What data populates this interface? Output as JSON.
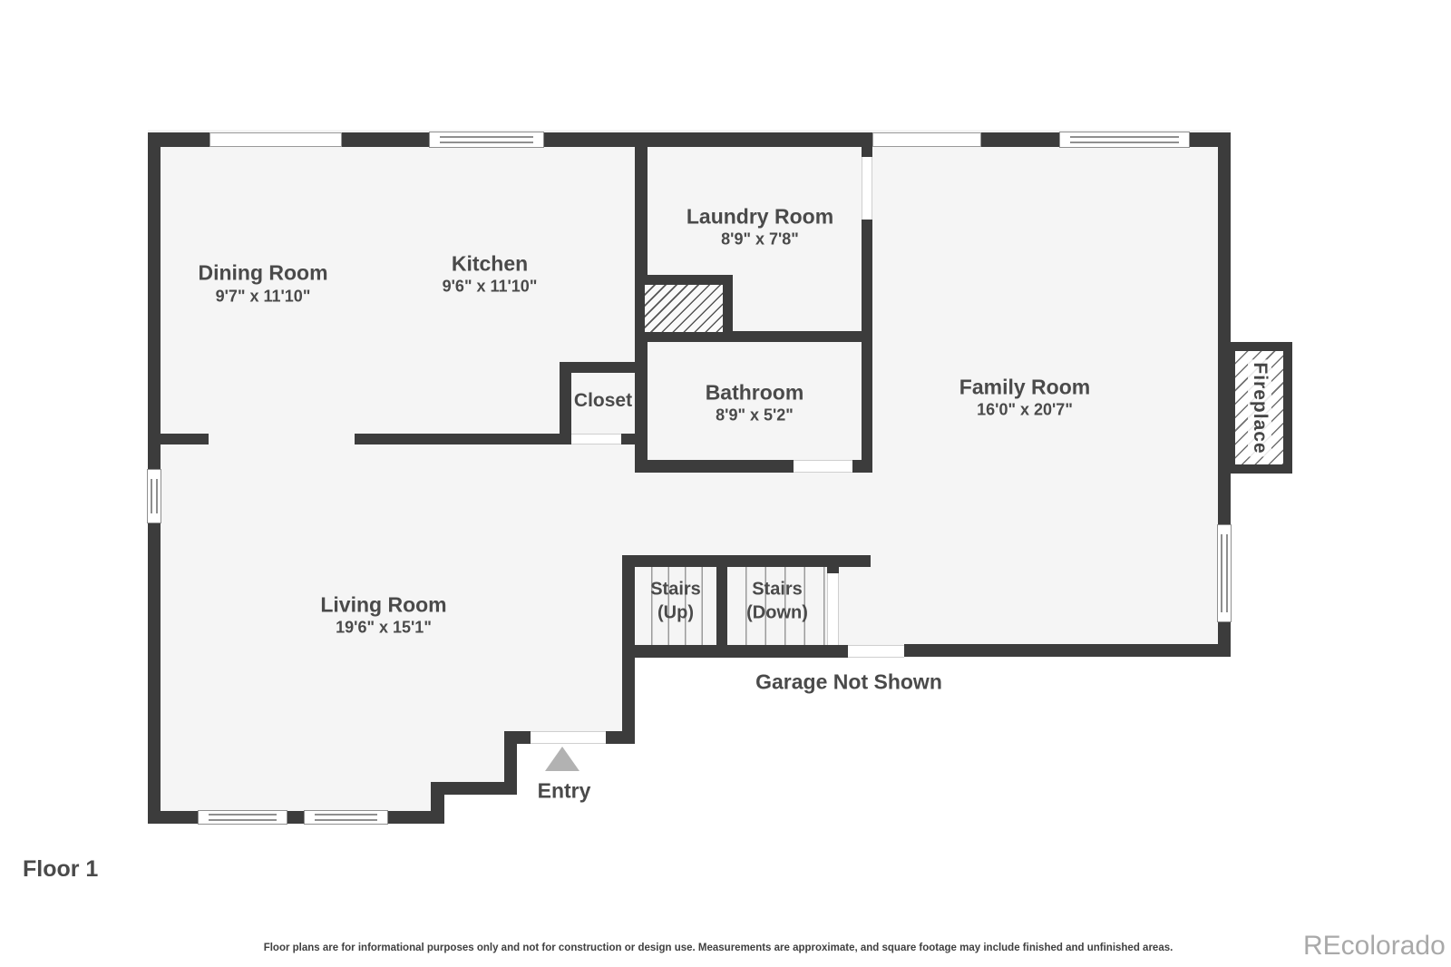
{
  "title": "Floor 1",
  "rooms": [
    {
      "name": "Dining Room",
      "dims": "9'7\" x 11'10\""
    },
    {
      "name": "Kitchen",
      "dims": "9'6\" x 11'10\""
    },
    {
      "name": "Laundry Room",
      "dims": "8'9\" x 7'8\""
    },
    {
      "name": "Bathroom",
      "dims": "8'9\" x 5'2\""
    },
    {
      "name": "Family Room",
      "dims": "16'0\" x 20'7\""
    },
    {
      "name": "Living Room",
      "dims": "19'6\" x 15'1\""
    }
  ],
  "features": {
    "closet": "Closet",
    "stairs_up": [
      "Stairs",
      "(Up)"
    ],
    "stairs_down": [
      "Stairs",
      "(Down)"
    ],
    "fireplace": "Fireplace",
    "entry": "Entry",
    "garage_note": "Garage Not Shown"
  },
  "footer": {
    "disclaimer": "Floor plans are for informational purposes only and not for construction or design use. Measurements are approximate, and square footage may include finished and unfinished areas.",
    "watermark": "REcolorado"
  },
  "colors": {
    "wall": "#3c3c3c",
    "floor": "#f5f5f5",
    "text": "#4a4a4a",
    "window_line": "#8f8f8f",
    "entry_arrow": "#b2b2b2",
    "watermark": "#a9a9a9"
  }
}
